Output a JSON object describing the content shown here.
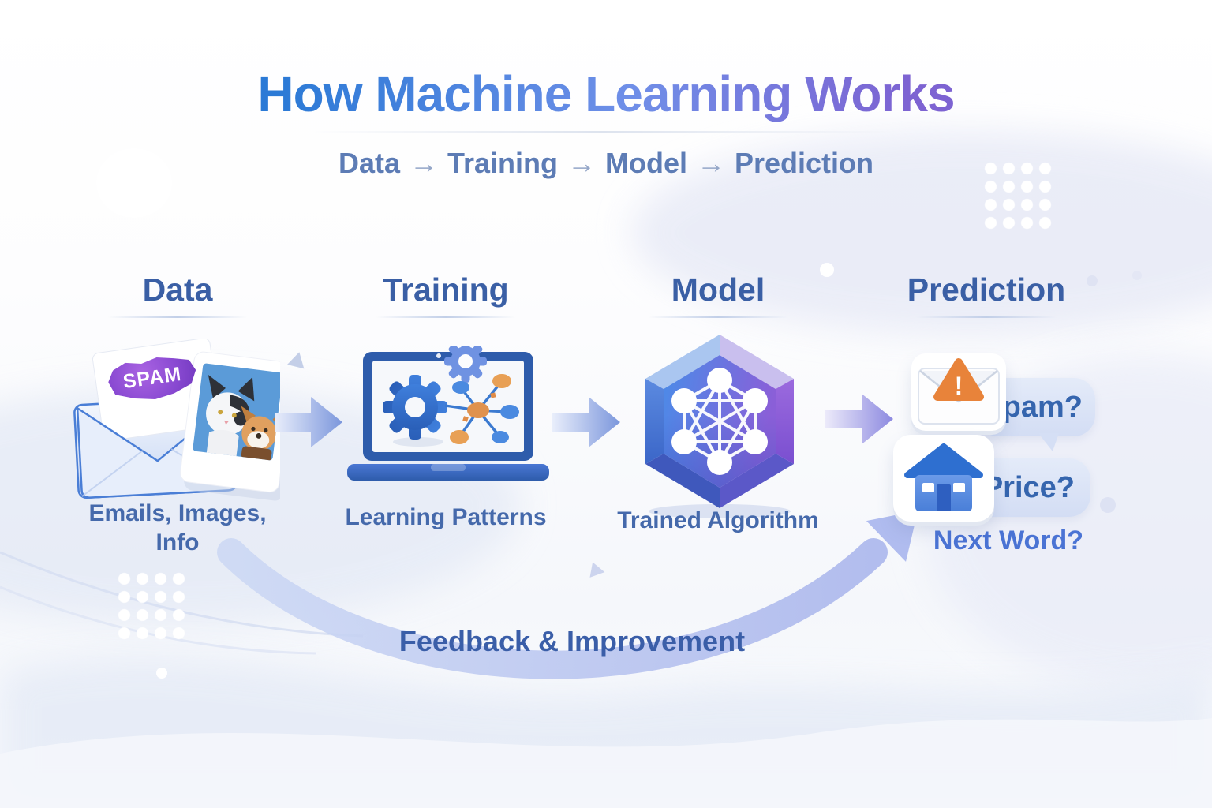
{
  "title": "How Machine Learning Works",
  "flow_summary": {
    "steps": [
      "Data",
      "Training",
      "Model",
      "Prediction"
    ],
    "arrow": "→"
  },
  "columns": {
    "data": {
      "label": "Data",
      "badge": "SPAM",
      "caption_line1": "Emails, Images,",
      "caption_line2": "Info",
      "icon": "envelope-with-spam-letter-and-cat-dog-photo"
    },
    "training": {
      "label": "Training",
      "caption": "Learning Patterns",
      "icon": "laptop-with-gears-and-network-graph"
    },
    "model": {
      "label": "Model",
      "caption": "Trained Algorithm",
      "icon": "hexagon-cube-with-neural-network"
    },
    "prediction": {
      "label": "Prediction",
      "bubble1": "Spam?",
      "bubble2": "Price?",
      "caption": "Next Word?",
      "warning_mark": "!",
      "icons": [
        "envelope-warning",
        "house"
      ]
    }
  },
  "feedback": {
    "label": "Feedback & Improvement"
  },
  "colors": {
    "title_gradient_start": "#2b7ad6",
    "title_gradient_mid": "#6f8fe8",
    "title_gradient_end": "#7d63d2",
    "heading_blue": "#3a5fa5",
    "caption_blue": "#4569ab",
    "subtitle_blue": "#5d7cb5",
    "next_word_blue": "#4a73d4",
    "spam_badge_purple": "#8a4ad2",
    "warning_orange": "#e8833a",
    "step_arrow_blue": "#7b96dc",
    "step_arrow_purple": "#8c89e0",
    "feedback_arrow_blue": "#aeb9ee",
    "cube_blue": "#4a8ce8",
    "cube_purple": "#8a5fd8",
    "photo_background_blue": "#5b9bd8"
  }
}
